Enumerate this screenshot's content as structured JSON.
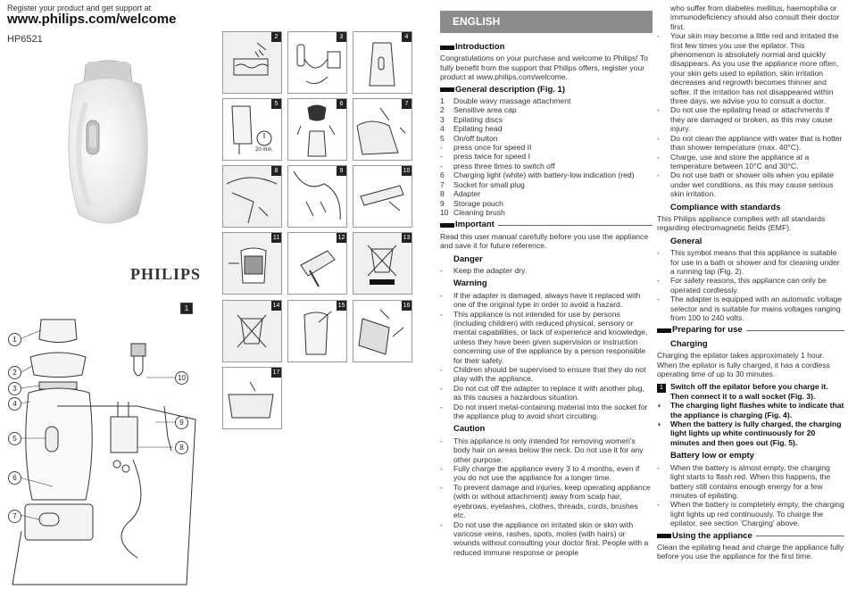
{
  "header": {
    "register": "Register your product and get support at",
    "url": "www.philips.com/welcome",
    "model": "HP6521"
  },
  "brand": "PHILIPS",
  "fig1": {
    "number": "1",
    "callouts": [
      "1",
      "2",
      "3",
      "4",
      "5",
      "6",
      "7",
      "8",
      "9",
      "10"
    ]
  },
  "panels": [
    "2",
    "3",
    "4",
    "5",
    "6",
    "7",
    "8",
    "9",
    "10",
    "11",
    "12",
    "13",
    "14",
    "15",
    "16",
    "17"
  ],
  "panel5_text": "20 min.",
  "lang": "ENGLISH",
  "col1": {
    "intro_h": "Introduction",
    "intro_p": "Congratulations on your purchase and welcome to Philips! To fully benefit from the support that Philips offers, register your product at www.philips.com/welcome.",
    "gen_h": "General description (Fig. 1)",
    "desc": [
      {
        "m": "1",
        "t": "Double wavy massage attachment"
      },
      {
        "m": "2",
        "t": "Sensitive area cap"
      },
      {
        "m": "3",
        "t": "Epilating discs"
      },
      {
        "m": "4",
        "t": "Epilating head"
      },
      {
        "m": "5",
        "t": "On/off button"
      },
      {
        "m": "-",
        "t": "press once for speed II"
      },
      {
        "m": "-",
        "t": "press twice for speed I"
      },
      {
        "m": "-",
        "t": "press three times to switch off"
      },
      {
        "m": "6",
        "t": "Charging light (white) with battery-low indication (red)"
      },
      {
        "m": "7",
        "t": "Socket for small plug"
      },
      {
        "m": "8",
        "t": "Adapter"
      },
      {
        "m": "9",
        "t": "Storage pouch"
      },
      {
        "m": "10",
        "t": "Cleaning brush"
      }
    ],
    "imp_h": "Important",
    "imp_p": "Read this user manual carefully before you use the appliance and save it for future reference.",
    "danger_h": "Danger",
    "danger": [
      {
        "m": "-",
        "t": "Keep the adapter dry."
      }
    ],
    "warning_h": "Warning",
    "warning": [
      {
        "m": "-",
        "t": "If the adapter is damaged, always have it replaced with one of the original type in order to avoid a hazard."
      },
      {
        "m": "-",
        "t": "This appliance is not intended for use by persons (including children) with reduced physical, sensory or mental capabilities, or lack of experience and knowledge, unless they have been given supervision or instruction concerning use of the appliance by a person responsible for their safety."
      },
      {
        "m": "-",
        "t": "Children should be supervised to ensure that they do not play with the appliance."
      },
      {
        "m": "-",
        "t": "Do not cut off the adapter to replace it with another plug, as this causes a hazardous situation."
      },
      {
        "m": "-",
        "t": "Do not insert metal-containing material into the socket for the appliance plug to avoid short circuiting."
      }
    ],
    "caution_h": "Caution",
    "caution": [
      {
        "m": "-",
        "t": "This appliance is only intended for removing women's body hair on areas below the neck. Do not use it for any other purpose."
      },
      {
        "m": "-",
        "t": "Fully charge the appliance every 3 to 4 months, even if you do not use the appliance for a longer time."
      },
      {
        "m": "-",
        "t": "To prevent damage and injuries, keep operating appliance (with or without attachment) away from scalp hair, eyebrows, eyelashes, clothes, threads, cords, brushes etc."
      },
      {
        "m": "-",
        "t": "Do not use the appliance on irritated skin or skin with varicose veins, rashes, spots, moles (with hairs) or wounds without consulting your doctor first. People with a reduced immune response or people"
      }
    ]
  },
  "col2": {
    "cont_p": "who suffer from diabetes mellitus, haemophilia or immunodeficiency should also consult their doctor first.",
    "cont": [
      {
        "m": "-",
        "t": "Your skin may become a little red and irritated the first few times you use the epilator. This phenomenon is absolutely normal and quickly disappears. As you use the appliance more often, your skin gets used to epilation, skin irritation decreases and regrowth becomes thinner and softer. If the irritation has not disappeared within three days, we advise you to consult a doctor."
      },
      {
        "m": "-",
        "t": "Do not use the epilating head or attachments if they are damaged or broken, as this may cause injury."
      },
      {
        "m": "-",
        "t": "Do not clean the appliance with water that is hotter than shower temperature (max. 40°C)."
      },
      {
        "m": "-",
        "t": "Charge, use and store the appliance at a temperature between 10°C and 30°C."
      },
      {
        "m": "-",
        "t": "Do not use bath or shower oils when you epilate under wet conditions, as this may cause serious skin irritation."
      }
    ],
    "comp_h": "Compliance with standards",
    "comp_p": "This Philips appliance complies with all standards regarding electromagnetic fields (EMF).",
    "gen_h": "General",
    "general": [
      {
        "m": "-",
        "t": "This symbol means that this appliance is suitable for use in a bath or shower and for cleaning under a running tap (Fig. 2)."
      },
      {
        "m": "-",
        "t": "For safety reasons, this appliance can only be operated cordlessly."
      },
      {
        "m": "-",
        "t": "The adapter is equipped with an automatic voltage selector and is suitable for mains voltages ranging from 100 to 240 volts."
      }
    ],
    "prep_h": "Preparing for use",
    "charging_h": "Charging",
    "charging_p": "Charging the epilator takes approximately 1 hour. When the epilator is fully charged, it has a cordless operating time of up to 30 minutes.",
    "steps": [
      {
        "m": "1",
        "t": "Switch off the epilator before you charge it. Then connect it to a wall socket (Fig. 3)."
      },
      {
        "m": "◗",
        "t": "The charging light flashes white to indicate that the appliance is charging (Fig. 4)."
      },
      {
        "m": "◗",
        "t": "When the battery is fully charged, the charging light lights up white continuously for 20 minutes and then goes out (Fig. 5)."
      }
    ],
    "low_h": "Battery low or empty",
    "low": [
      {
        "m": "-",
        "t": "When the battery is almost empty, the charging light starts to flash red. When this happens, the battery still contains enough energy for a few minutes of epilating."
      },
      {
        "m": "-",
        "t": "When the battery is completely empty, the charging light lights up red continuously. To charge the epilator, see section 'Charging' above."
      }
    ],
    "using_h": "Using the appliance",
    "using_p": "Clean the epilating head and charge the appliance fully before you use the appliance for the first time."
  }
}
